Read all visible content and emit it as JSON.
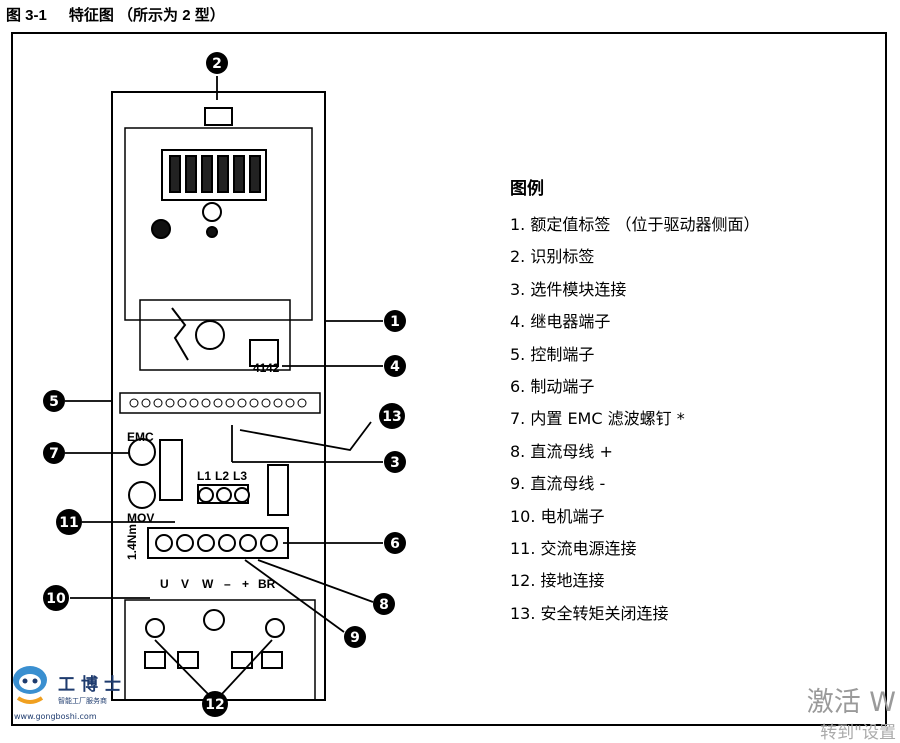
{
  "figure": {
    "number": "图 3-1",
    "title": "特征图 （所示为 2 型）"
  },
  "legend": {
    "title": "图例",
    "items": [
      "1. 额定值标签 （位于驱动器侧面）",
      "2. 识别标签",
      "3. 选件模块连接",
      "4. 继电器端子",
      "5. 控制端子",
      "6. 制动端子",
      "7. 内置 EMC 滤波螺钉 *",
      "8. 直流母线 +",
      "9. 直流母线 -",
      "10. 电机端子",
      "11. 交流电源连接",
      "12. 接地连接",
      "13. 安全转矩关闭连接"
    ]
  },
  "callouts": [
    "1",
    "2",
    "3",
    "4",
    "5",
    "6",
    "7",
    "8",
    "9",
    "10",
    "11",
    "12",
    "13"
  ],
  "device_labels": {
    "emc": "EMC",
    "mov": "MOV",
    "l1": "L1",
    "l2": "L2",
    "l3": "L3",
    "u": "U",
    "v": "V",
    "w": "W",
    "minus": "–",
    "plus": "+",
    "br": "BR",
    "relay_41": "41",
    "relay_42": "42",
    "torque": "1.4Nm"
  },
  "logo": {
    "name": "工博士",
    "tagline": "智能工厂服务商",
    "url": "www.gongboshi.com"
  },
  "watermark": {
    "main": "激活 W",
    "sub": "转到\"设置"
  },
  "colors": {
    "callout_fill": "#000000",
    "callout_text": "#ffffff",
    "logo_blue": "#1e3b6e",
    "watermark": "#9a9a9a"
  }
}
